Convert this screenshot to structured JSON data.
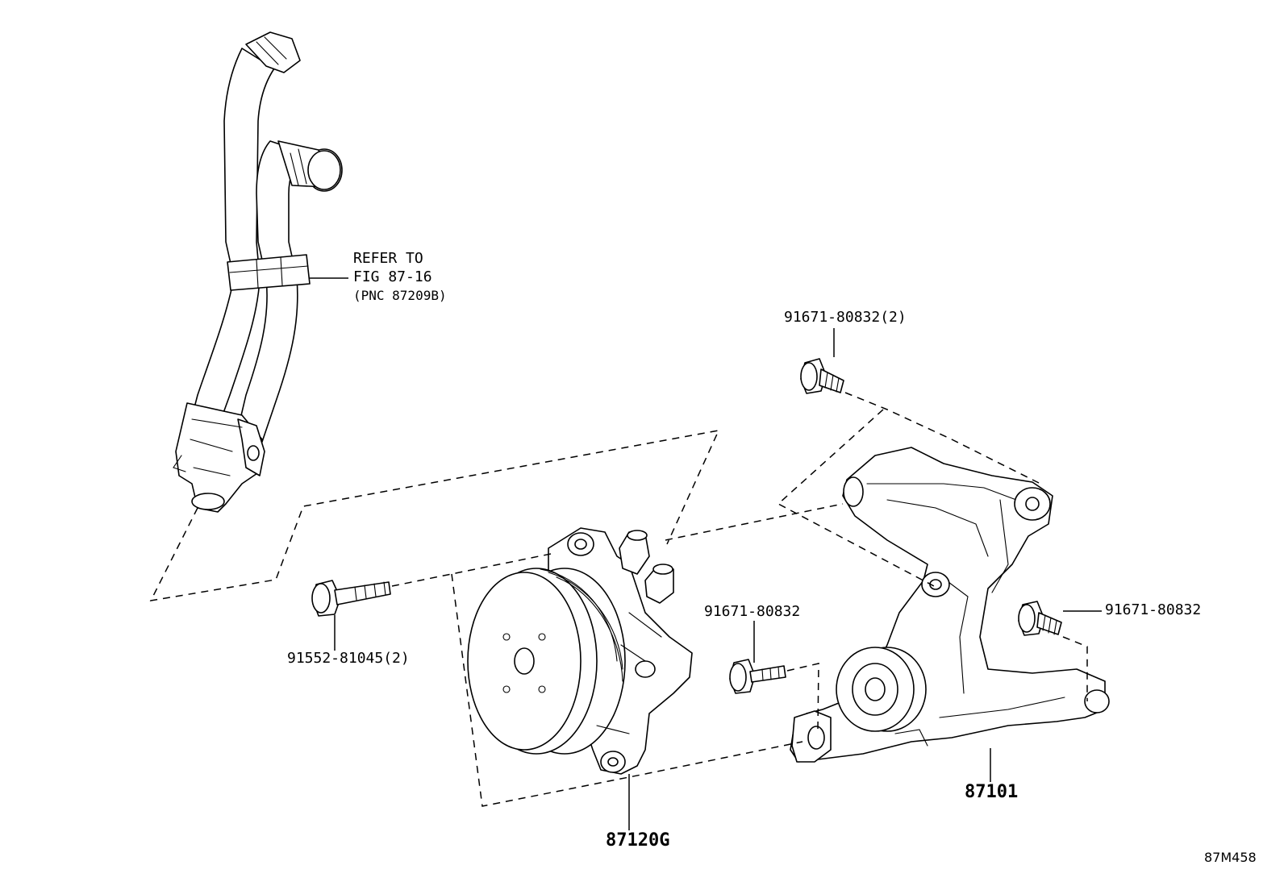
{
  "diagram": {
    "reference_note": {
      "line1": "REFER TO",
      "line2": "FIG 87-16",
      "line3": "(PNC 87209B)"
    },
    "callouts": {
      "bolt_top": "91671-80832(2)",
      "bolt_right": "91671-80832",
      "bolt_middle": "91671-80832",
      "bolt_left": "91552-81045(2)",
      "pump": "87120G",
      "bracket": "87101"
    },
    "figure_code": "87M458"
  }
}
